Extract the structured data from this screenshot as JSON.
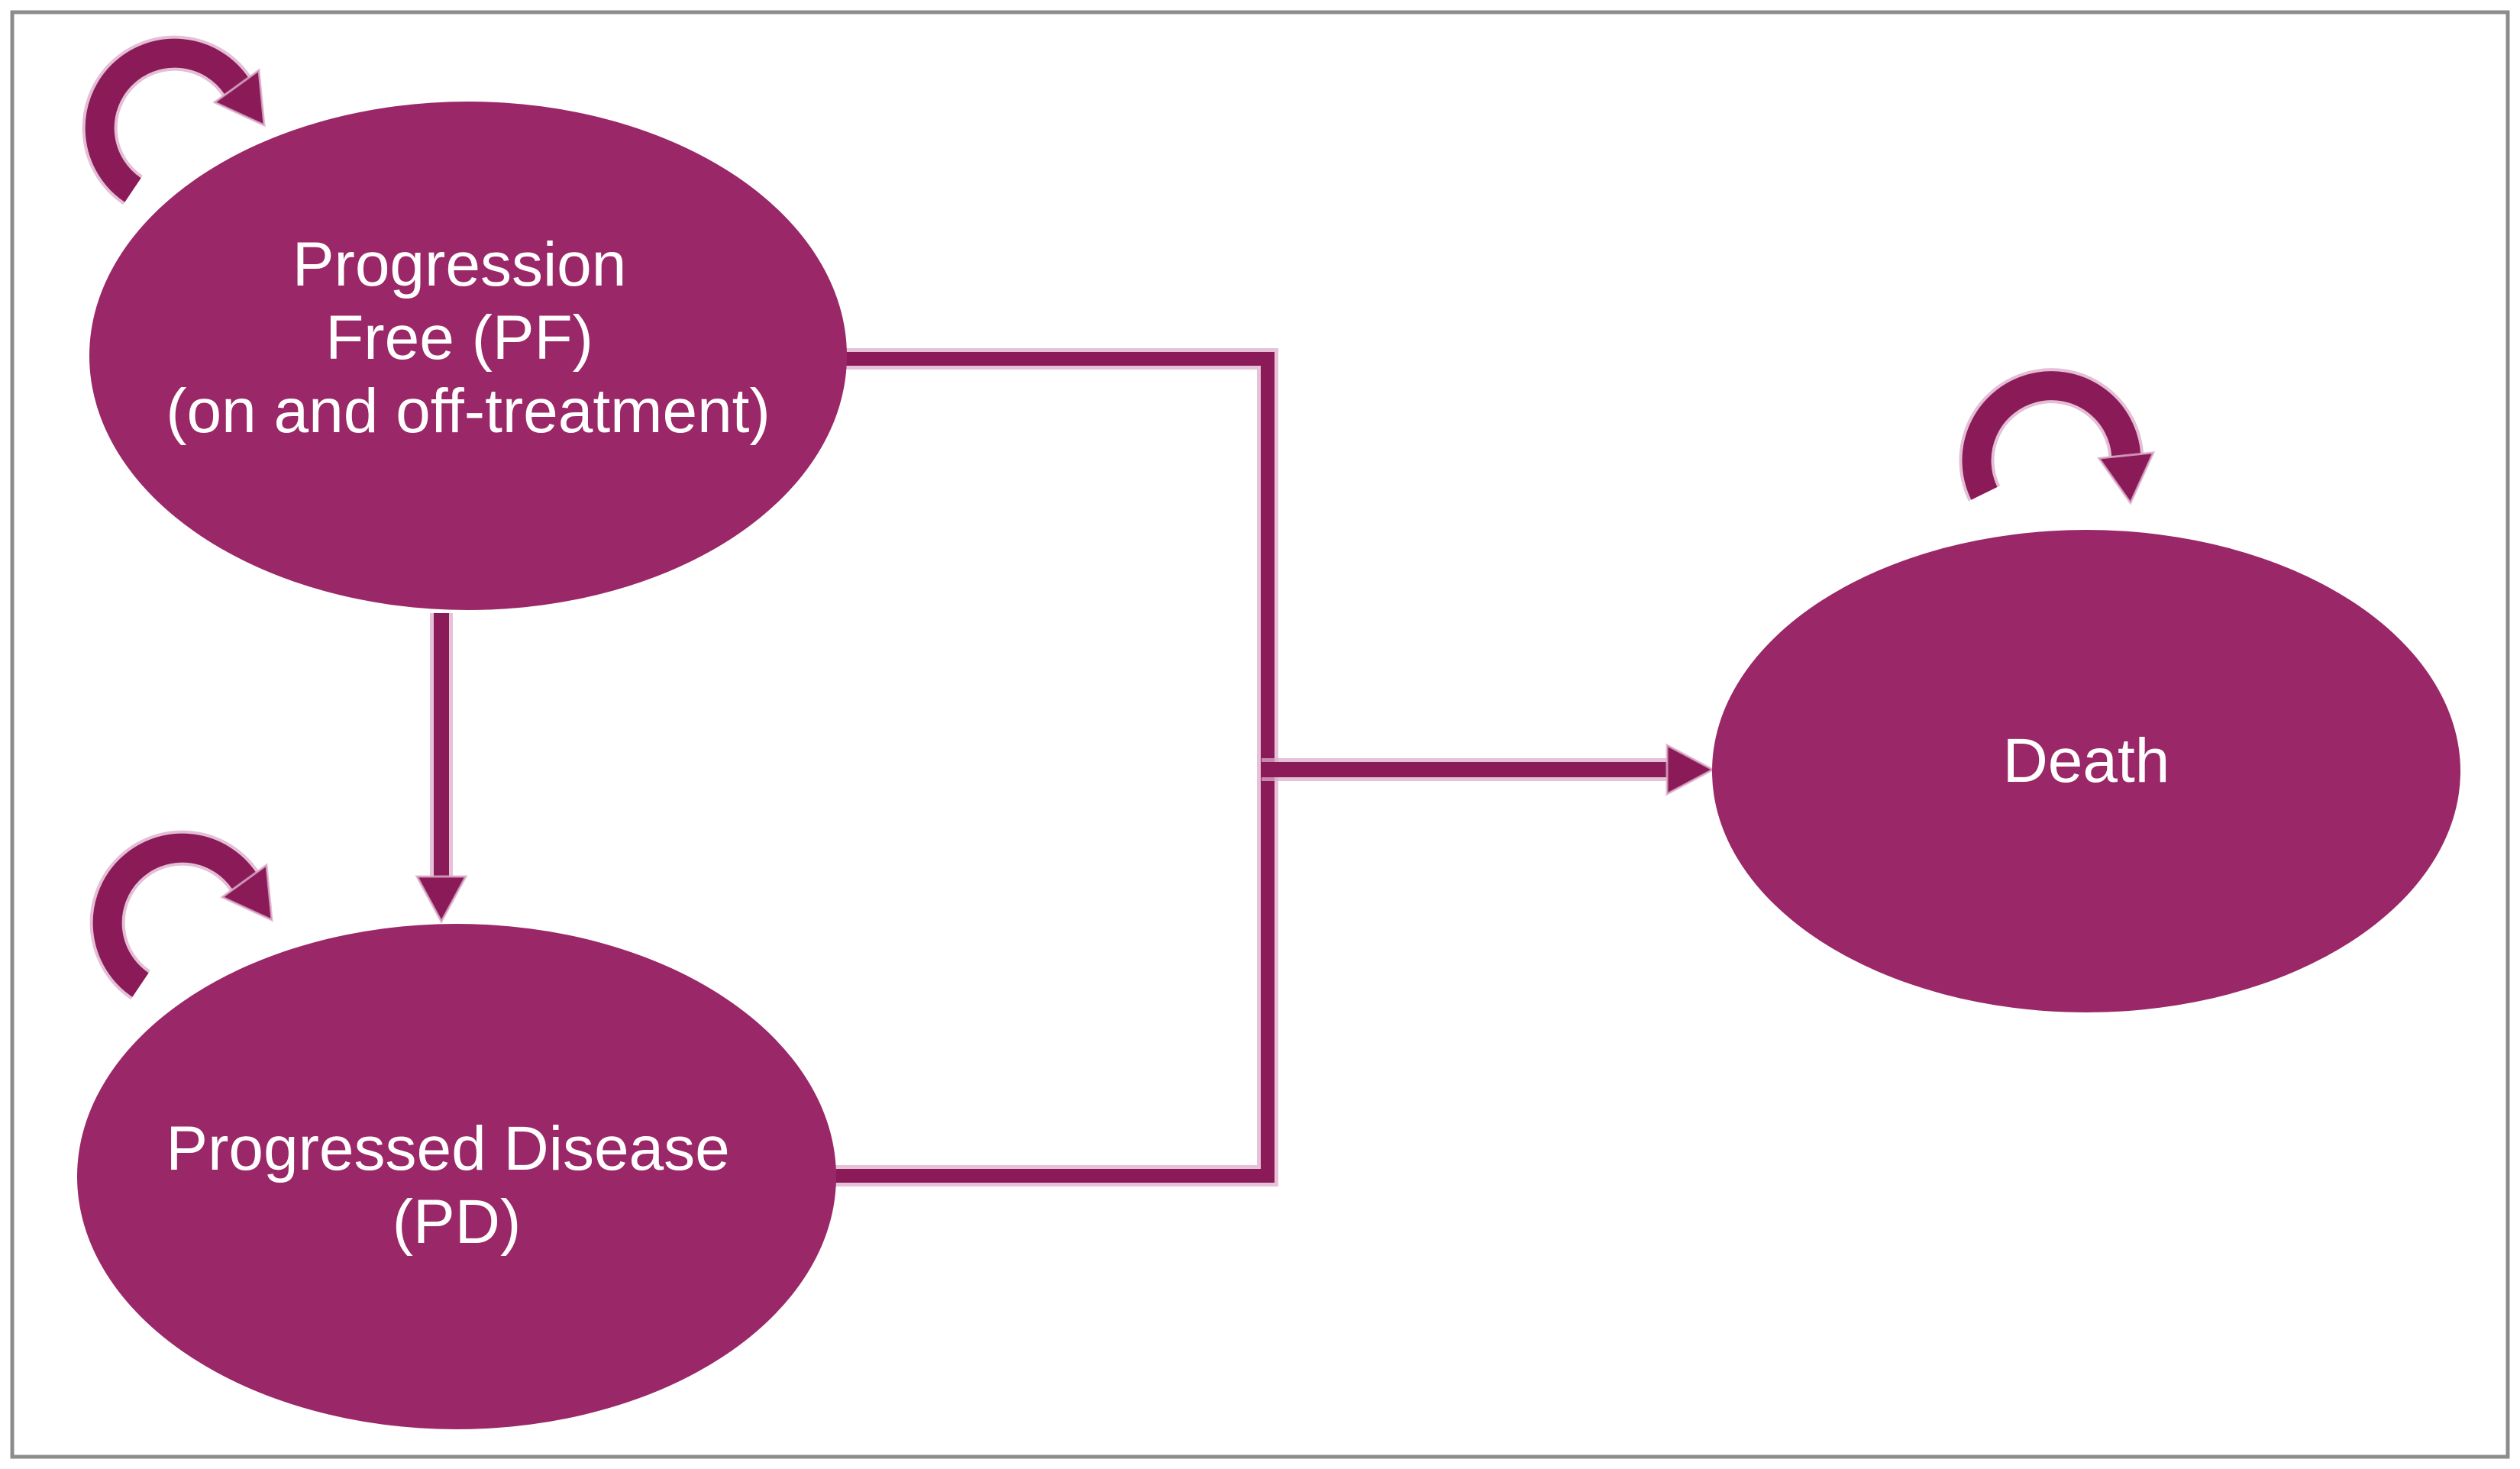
{
  "diagram": {
    "kind": "state-transition-diagram",
    "colors": {
      "state_fill": "#9A2767",
      "arrow": "#8B1A58",
      "arrow_halo": "#DCAECB",
      "label_text": "#FFFFFF",
      "frame_border": "#8C8C8C",
      "background": "#FFFFFF"
    },
    "states": [
      {
        "id": "pf",
        "label_lines": [
          "Progression",
          "Free (PF)",
          "(on and off-treatment)"
        ],
        "self_loop": true
      },
      {
        "id": "pd",
        "label_lines": [
          "Progressed Disease",
          "(PD)"
        ],
        "self_loop": true
      },
      {
        "id": "death",
        "label_lines": [
          "Death"
        ],
        "self_loop": true
      }
    ],
    "transitions": [
      {
        "from": "Progression Free (PF)",
        "to": "Progressed Disease (PD)"
      },
      {
        "from": "Progression Free (PF)",
        "to": "Death"
      },
      {
        "from": "Progressed Disease (PD)",
        "to": "Death"
      },
      {
        "from": "Progression Free (PF)",
        "to": "Progression Free (PF)"
      },
      {
        "from": "Progressed Disease (PD)",
        "to": "Progressed Disease (PD)"
      },
      {
        "from": "Death",
        "to": "Death"
      }
    ]
  }
}
